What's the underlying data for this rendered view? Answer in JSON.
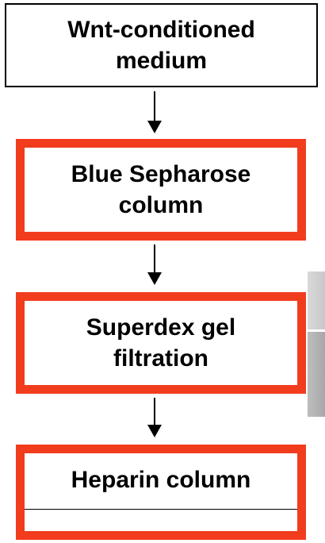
{
  "flowchart": {
    "steps": [
      {
        "line1": "Wnt-conditioned",
        "line2": "medium"
      },
      {
        "line1": "Blue Sepharose",
        "line2": "column"
      },
      {
        "line1": "Superdex gel",
        "line2": "filtration"
      },
      {
        "line1": "Heparin column"
      }
    ],
    "colors": {
      "highlight_border": "#f23c1e",
      "plain_border": "#000000",
      "arrow": "#000000"
    }
  }
}
